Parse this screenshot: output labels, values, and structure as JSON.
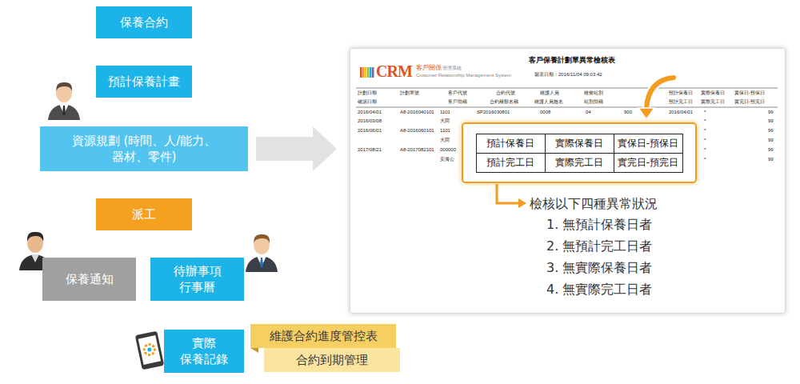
{
  "diagram": {
    "nodes": [
      {
        "text": [
          "保養合約"
        ]
      },
      {
        "text": [
          "預計保養計畫"
        ]
      },
      {
        "text": [
          "資源規劃 (時間、人/能力、器材、零件)"
        ]
      },
      {
        "text": [
          "派工"
        ]
      },
      {
        "text": [
          "保養通知"
        ]
      },
      {
        "text": [
          "待辦事項 行事曆"
        ]
      },
      {
        "text": [
          "實際 保養記錄"
        ]
      },
      {
        "text": [
          "維護合約進度管控表"
        ]
      },
      {
        "text": [
          "合約到期管理"
        ]
      },
      {
        "text": [
          "客戶保養計劃單異常檢核表"
        ]
      },
      {
        "text": [
          "預計保養日",
          "實際保養日",
          "實保日-預保日",
          "預計完工日",
          "實際完工日",
          "實完日-預完日"
        ],
        "in": 9
      }
    ],
    "edges": [
      {
        "from": 2,
        "to": 9,
        "arrow": "to"
      }
    ],
    "labels": [
      "CRM",
      "客戶關係",
      "管理系統",
      "Customer Relationship Management System",
      "製表日期：2016/11/04 09:03:42",
      "計劃日期",
      "確認日期",
      "計劃單號",
      "客戶代號",
      "客戶簡稱",
      "合約代號",
      "合約種類名稱",
      "維護人員",
      "維護人員姓名",
      "維修站別",
      "站別簡稱",
      "預計保養日",
      "預計完工日",
      "實際保養日",
      "實際完工日",
      "實保日-預保日",
      "實完日-預完日",
      "2016/04/01",
      "A8-2016040101",
      "1101",
      "SP2016030801",
      "0008",
      "04",
      "900",
      "2016/04/01",
      "*",
      "99",
      "2016/03/08",
      "大同",
      "*",
      "99",
      "2016/06/01",
      "A8-2016060101",
      "1101",
      "*",
      "99",
      "大同",
      "*",
      "99",
      "2017/08/21",
      "A8-2017082101",
      "000000",
      "*",
      "99",
      "安海公",
      "*",
      "99",
      "檢核以下四種異常狀況",
      "1. 無預計保養日者",
      "2. 無預計完工日者",
      "3. 無實際保養日者",
      "4. 無實際完工日者"
    ]
  }
}
